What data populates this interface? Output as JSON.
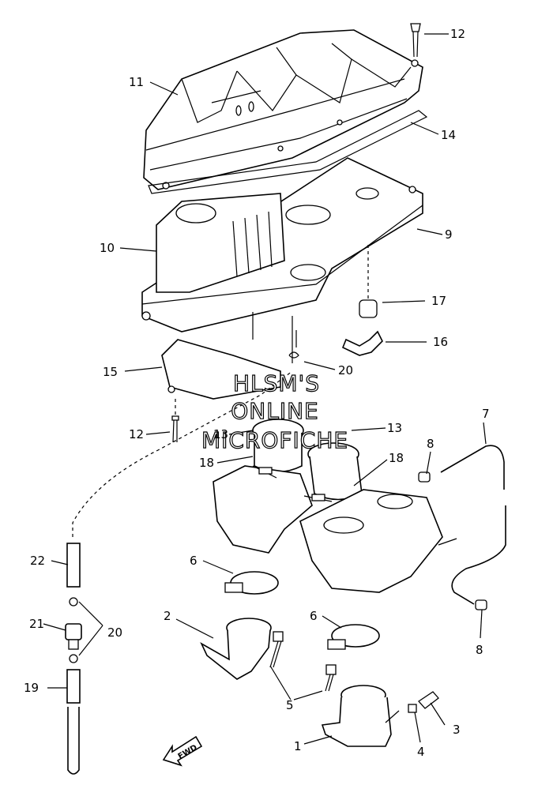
{
  "labels": {
    "l1": "1",
    "l2": "2",
    "l3": "3",
    "l4": "4",
    "l5": "5",
    "l6a": "6",
    "l6b": "6",
    "l7": "7",
    "l8a": "8",
    "l8b": "8",
    "l9": "9",
    "l10": "10",
    "l11": "11",
    "l12a": "12",
    "l12b": "12",
    "l13a": "13",
    "l13b": "13",
    "l14": "14",
    "l15": "15",
    "l16": "16",
    "l17": "17",
    "l18a": "18",
    "l18b": "18",
    "l19": "19",
    "l20a": "20",
    "l20b": "20",
    "l21": "21",
    "l22": "22"
  },
  "watermark": {
    "line1": "HLSM'S",
    "line2": "ONLINE",
    "line3": "MICROFICHE"
  },
  "fwd_arrow": "FWD"
}
